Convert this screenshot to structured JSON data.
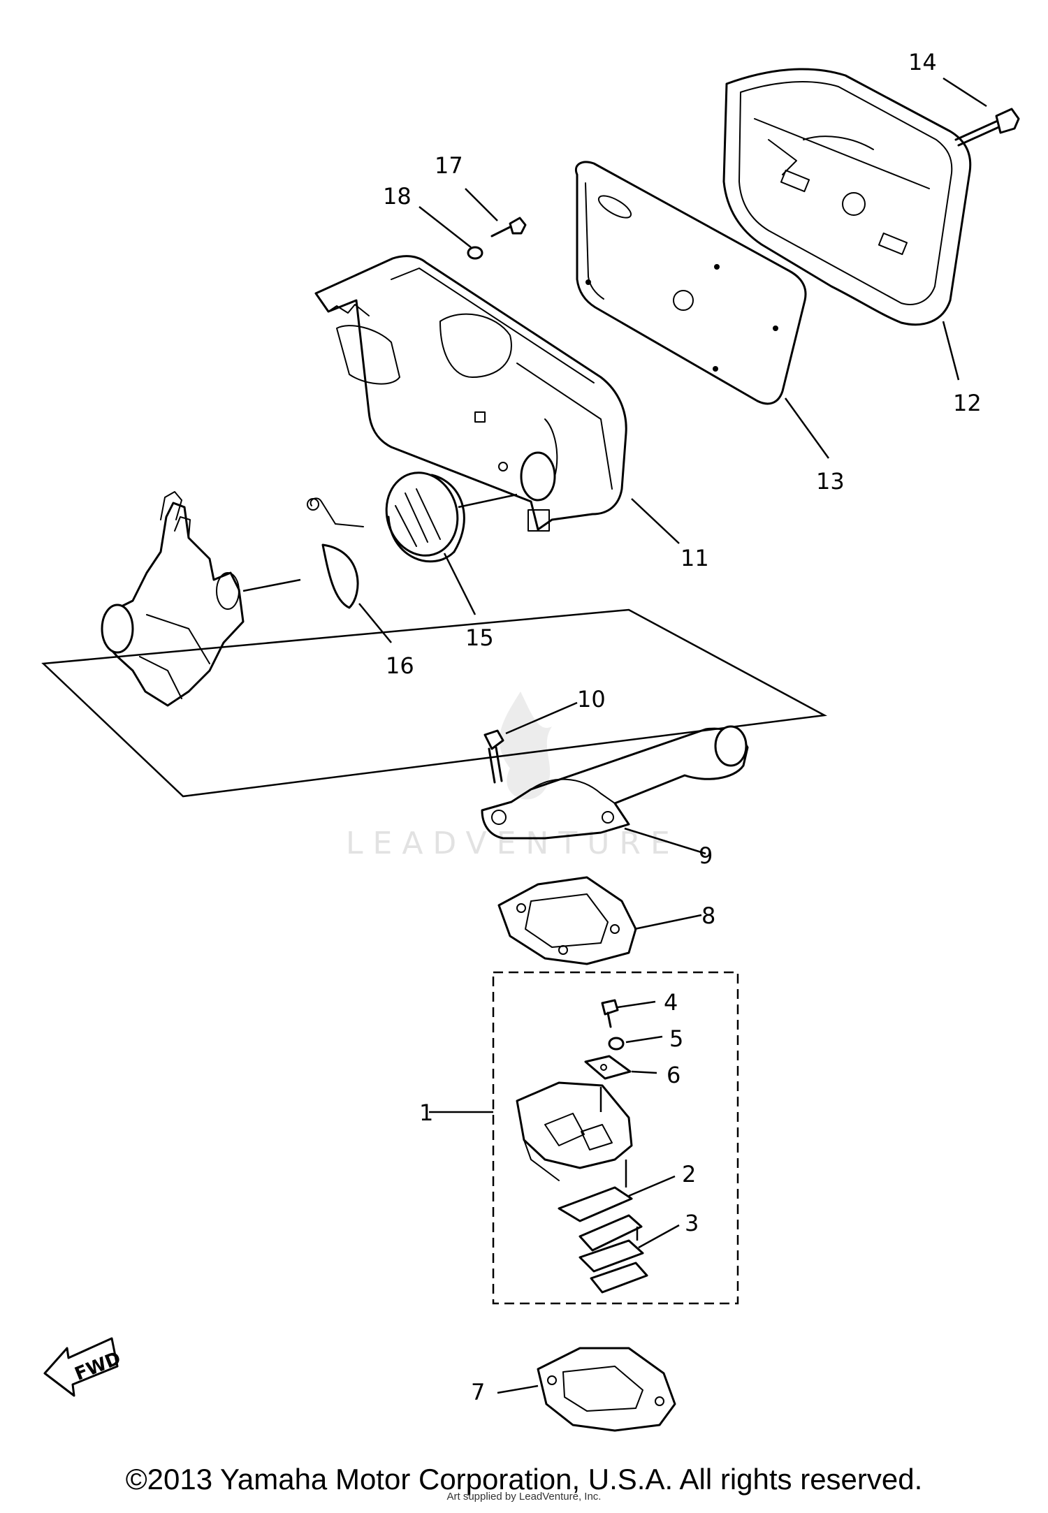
{
  "diagram": {
    "watermark": "LEADVENTURE",
    "fwd_label": "FWD",
    "callouts": {
      "c1": "1",
      "c2": "2",
      "c3": "3",
      "c4": "4",
      "c5": "5",
      "c6": "6",
      "c7": "7",
      "c8": "8",
      "c9": "9",
      "c10": "10",
      "c11": "11",
      "c12": "12",
      "c13": "13",
      "c14": "14",
      "c15": "15",
      "c16": "16",
      "c17": "17",
      "c18": "18"
    }
  },
  "footer": {
    "copyright": "©2013 Yamaha Motor Corporation, U.S.A. All rights reserved.",
    "artwork_note": "Art supplied by LeadVenture, Inc."
  }
}
